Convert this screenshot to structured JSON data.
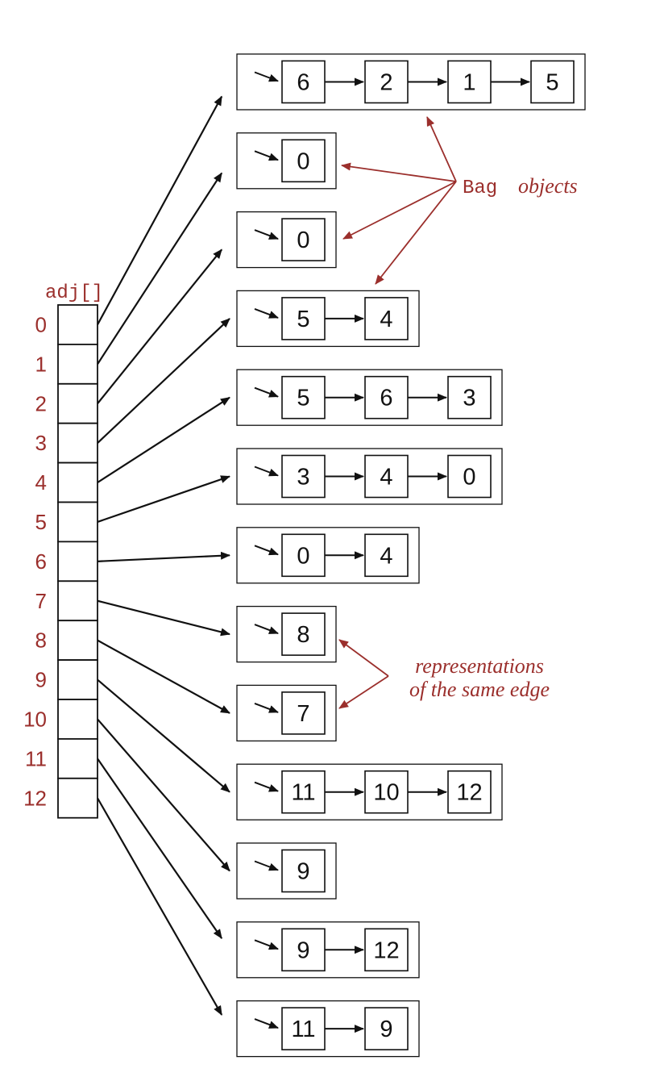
{
  "array_label": "adj[]",
  "indices": [
    "0",
    "1",
    "2",
    "3",
    "4",
    "5",
    "6",
    "7",
    "8",
    "9",
    "10",
    "11",
    "12"
  ],
  "bags": [
    [
      "6",
      "2",
      "1",
      "5"
    ],
    [
      "0"
    ],
    [
      "0"
    ],
    [
      "5",
      "4"
    ],
    [
      "5",
      "6",
      "3"
    ],
    [
      "3",
      "4",
      "0"
    ],
    [
      "0",
      "4"
    ],
    [
      "8"
    ],
    [
      "7"
    ],
    [
      "11",
      "10",
      "12"
    ],
    [
      "9"
    ],
    [
      "9",
      "12"
    ],
    [
      "11",
      "9"
    ]
  ],
  "annotations": {
    "bag_code": "Bag",
    "bag_text": "objects",
    "edge_line1": "representations",
    "edge_line2": "of the same edge"
  },
  "colors": {
    "accent": "#9b2f2c",
    "ink": "#111111"
  }
}
